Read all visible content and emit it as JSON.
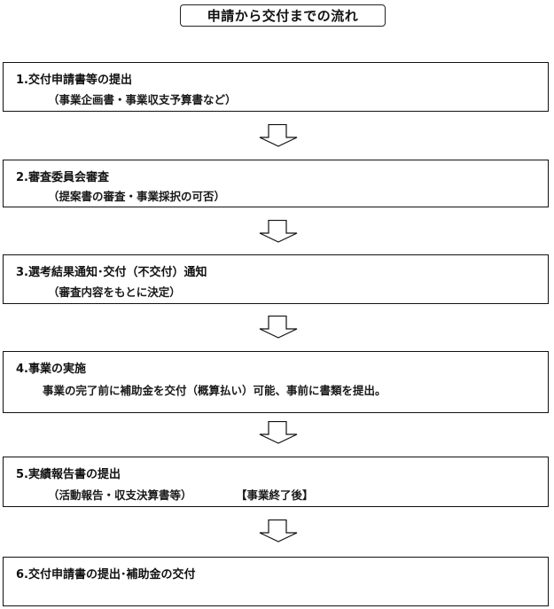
{
  "title": "申請から交付までの流れ",
  "steps": [
    {
      "title": "1.交付申請書等の提出",
      "sub": "（事業企画書・事業収支予算書など）",
      "note": ""
    },
    {
      "title": "2.審査委員会審査",
      "sub": "（提案書の審査・事業採択の可否）",
      "note": ""
    },
    {
      "title": "3.選考結果通知･交付（不交付）通知",
      "sub": "（審査内容をもとに決定）",
      "note": ""
    },
    {
      "title": "4.事業の実施",
      "sub": "事業の完了前に補助金を交付（概算払い）可能、事前に書類を提出。",
      "note": ""
    },
    {
      "title": "5.実績報告書の提出",
      "sub": "（活動報告・収支決算書等）",
      "note": "【事業終了後】"
    },
    {
      "title": "6.交付申請書の提出･補助金の交付",
      "sub": "",
      "note": ""
    }
  ],
  "arrow_icon": "down-arrow-outline"
}
